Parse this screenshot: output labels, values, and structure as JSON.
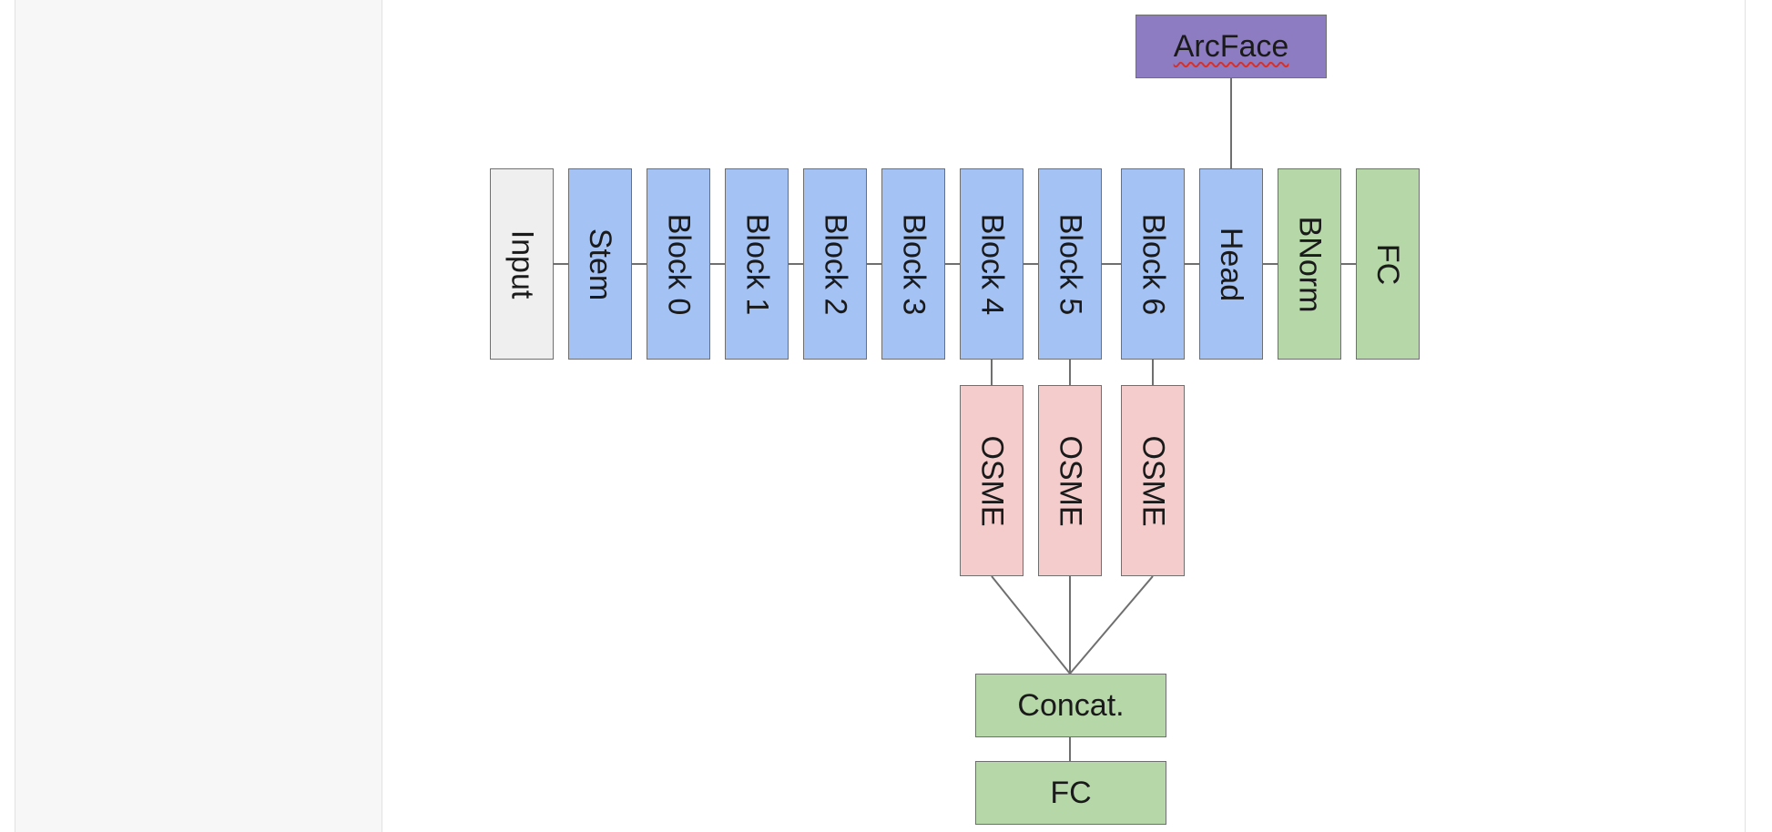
{
  "diagram": {
    "arcface": "ArcFace",
    "backbone": [
      "Input",
      "Stem",
      "Block 0",
      "Block 1",
      "Block 2",
      "Block 3",
      "Block 4",
      "Block 5",
      "Block 6",
      "Head",
      "BNorm",
      "FC"
    ],
    "osme": [
      "OSME",
      "OSME",
      "OSME"
    ],
    "concat": "Concat.",
    "fc_bottom": "FC"
  },
  "colors": {
    "input": "#efefef",
    "backbone_blocks": "#a4c2f4",
    "classifier": "#b6d7a8",
    "osme": "#f4cccc",
    "arcface": "#8e7cc3",
    "edges": "#6f6f6f"
  }
}
